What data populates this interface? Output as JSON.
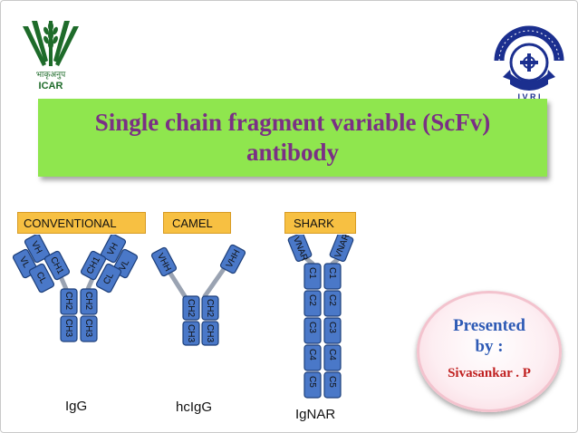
{
  "logos": {
    "left_icon": "icar-wheat-logo-icon",
    "left_hindi": "भाकृअनुप",
    "left_text": "ICAR",
    "right_icon": "ivri-emblem-icon",
    "right_text": "I V R I"
  },
  "title": {
    "line1": "Single chain fragment variable (ScFv)",
    "line2": "antibody"
  },
  "categories": {
    "conventional": "CONVENTIONAL",
    "camel": "CAMEL",
    "shark": "SHARK"
  },
  "domains": {
    "vh": "VH",
    "vl": "VL",
    "ch1": "CH1",
    "cl": "CL",
    "ch2": "CH2",
    "ch3": "CH3",
    "vhh": "VHH",
    "vnar": "VNAR",
    "c1": "C1",
    "c2": "C2",
    "c3": "C3",
    "c4": "C4",
    "c5": "C5"
  },
  "labels": {
    "igg": "IgG",
    "hcigg": "hcIgG",
    "ignar": "IgNAR"
  },
  "presenter": {
    "line1": "Presented",
    "line2": "by :",
    "name": "Sivasankar . P"
  },
  "colors": {
    "title_bg": "#8fe64e",
    "title_text": "#7a2f85",
    "tag_bg": "#f7c042",
    "domain_fill": "#4a78c8",
    "domain_stroke": "#1d3f7a",
    "presenter_text": "#2e5ab5",
    "presenter_name": "#c02020"
  }
}
